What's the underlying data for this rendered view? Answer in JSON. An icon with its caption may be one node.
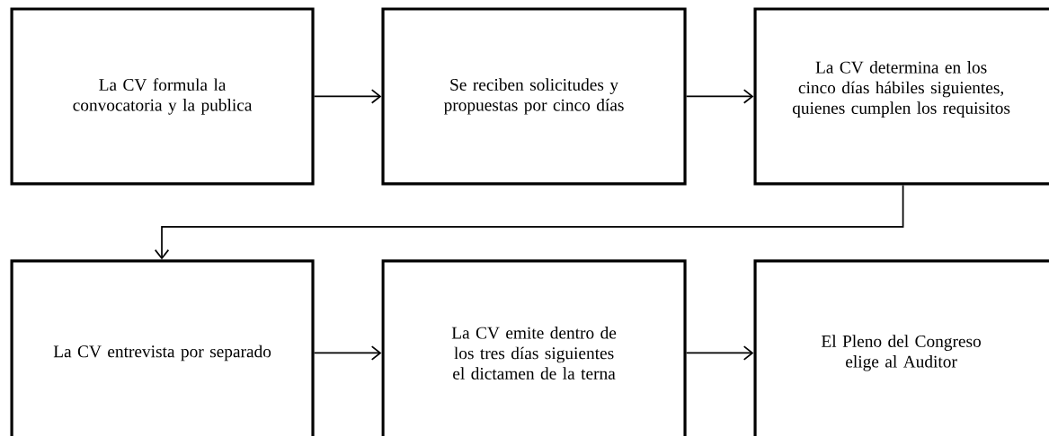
{
  "diagram": {
    "nodes": [
      {
        "text": [
          "La CV formula la convocatoria y la publica"
        ]
      },
      {
        "text": [
          "Se reciben solicitudes y propuestas por cinco días"
        ]
      },
      {
        "text": [
          "La CV determina en los cinco días hábiles siguientes, quienes cumplen los requisitos"
        ]
      },
      {
        "text": [
          "La CV entrevista por separado"
        ]
      },
      {
        "text": [
          "La CV emite dentro de los tres días siguientes el dictamen de la terna"
        ]
      },
      {
        "text": [
          "El Pleno del Congreso elige al Auditor"
        ]
      }
    ],
    "edges": [
      {
        "from": 0,
        "to": 1,
        "arrow": "to"
      },
      {
        "from": 1,
        "to": 2,
        "arrow": "to"
      },
      {
        "from": 2,
        "to": 3,
        "arrow": "to"
      },
      {
        "from": 3,
        "to": 4,
        "arrow": "to"
      },
      {
        "from": 4,
        "to": 5,
        "arrow": "to"
      }
    ]
  }
}
